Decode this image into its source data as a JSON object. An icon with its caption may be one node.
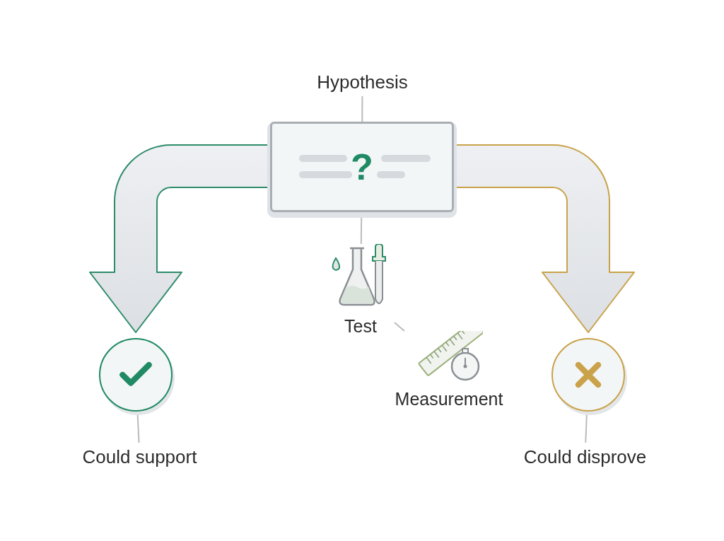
{
  "diagram": {
    "nodes": [
      {
        "text": [
          "Hypothesis"
        ]
      },
      {
        "text": [
          "?"
        ]
      },
      {
        "text": [
          "Test"
        ]
      },
      {
        "text": [
          "Measurement"
        ]
      },
      {
        "text": [],
        "shape": "circle"
      },
      {
        "text": [
          "Could support"
        ]
      },
      {
        "text": [],
        "shape": "circle"
      },
      {
        "text": [
          "Could disprove"
        ]
      }
    ],
    "edges": [
      {
        "from": 0,
        "to": 1,
        "arrow": "none"
      },
      {
        "from": 1,
        "to": 2,
        "arrow": "none"
      },
      {
        "from": 2,
        "to": 3,
        "arrow": "none"
      },
      {
        "from": 1,
        "to": 4,
        "arrow": "to",
        "style": "thick",
        "color": "#2e8b6a"
      },
      {
        "from": 1,
        "to": 6,
        "arrow": "to",
        "style": "thick",
        "color": "#c9a24a"
      },
      {
        "from": 4,
        "to": 5,
        "arrow": "none"
      },
      {
        "from": 6,
        "to": 7,
        "arrow": "none"
      }
    ]
  }
}
